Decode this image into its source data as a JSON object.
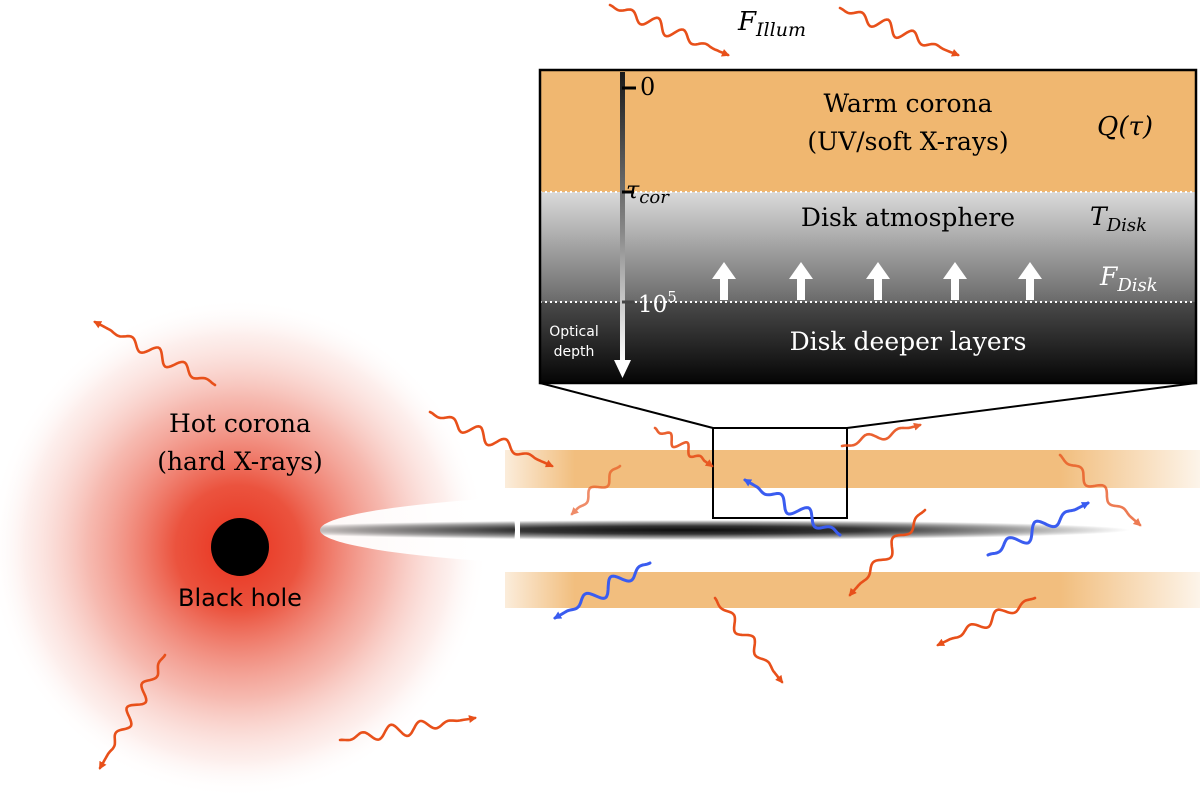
{
  "labels": {
    "f_illum_main": "F",
    "f_illum_sub": "Illum",
    "warm_corona_line1": "Warm corona",
    "warm_corona_line2": "(UV/soft X-rays)",
    "q_tau": "Q(τ)",
    "tau_zero": "0",
    "tau_cor_main": "τ",
    "tau_cor_sub": "cor",
    "disk_atmosphere": "Disk atmosphere",
    "t_disk_main": "T",
    "t_disk_sub": "Disk",
    "f_disk_main": "F",
    "f_disk_sub": "Disk",
    "ten_pow_base": "10",
    "ten_pow_exp": "5",
    "optical_depth_line1": "Optical",
    "optical_depth_line2": "depth",
    "disk_deeper_layers": "Disk deeper layers",
    "hot_corona_line1": "Hot corona",
    "hot_corona_line2": "(hard X-rays)",
    "black_hole": "Black hole"
  },
  "colors": {
    "warm_corona_fill": "#F0B770",
    "hot_corona_red": "#E8301C",
    "photon_orange": "#E8501A",
    "photon_blue": "#3A5CF0",
    "black_hole": "#000000"
  },
  "icons": {
    "illumination_photon": "wavy-arrow",
    "disk_flux_arrow": "up-arrow",
    "optical_depth_axis": "down-arrow"
  }
}
